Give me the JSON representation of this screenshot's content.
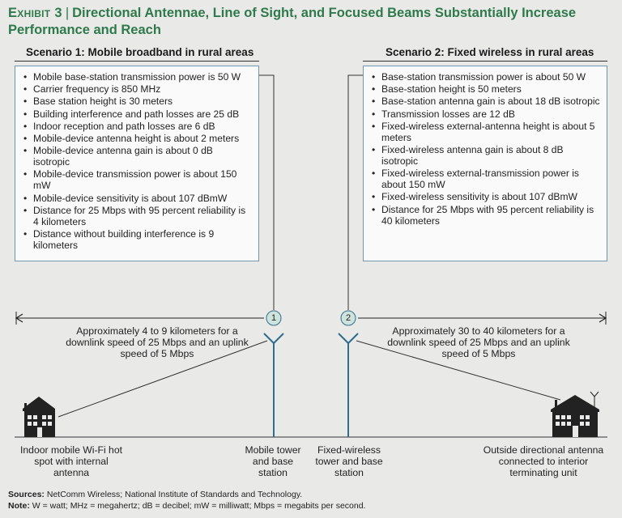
{
  "exhibit": {
    "label": "Exhibit 3",
    "separator": "|",
    "title": "Directional Antennae, Line of Sight, and Focused Beams Substantially Increase Performance and Reach"
  },
  "scenario1": {
    "heading": "Scenario 1: Mobile broadband in rural areas",
    "items": [
      "Mobile base-station transmission power is 50 W",
      "Carrier frequency is 850 MHz",
      "Base station height is 30 meters",
      "Building interference and path losses are 25 dB",
      "Indoor reception and path losses are 6 dB",
      "Mobile-device antenna height is about 2 meters",
      "Mobile-device antenna gain is about 0 dB isotropic",
      "Mobile-device transmission power is about 150 mW",
      "Mobile-device sensitivity is about 107 dBmW",
      "Distance for 25 Mbps with 95 percent reliability is 4 kilometers",
      "Distance without building interference is 9 kilometers"
    ],
    "marker": "1",
    "range_text": "Approximately 4 to 9 kilometers for a downlink speed of 25 Mbps and an uplink speed of 5 Mbps"
  },
  "scenario2": {
    "heading": "Scenario 2: Fixed wireless in rural areas",
    "items": [
      "Base-station transmission power is about 50 W",
      "Base-station height is 50 meters",
      "Base-station antenna gain is about 18 dB isotropic",
      "Transmission losses are 12 dB",
      "Fixed-wireless external-antenna height is about 5 meters",
      "Fixed-wireless antenna gain is about 8 dB isotropic",
      "Fixed-wireless external-transmission power is about 150 mW",
      "Fixed-wireless sensitivity is about 107 dBmW",
      "Distance for 25 Mbps with 95 percent reliability is 40 kilometers"
    ],
    "marker": "2",
    "range_text": "Approximately 30 to 40 kilometers for a downlink speed of 25 Mbps and an uplink speed of 5 Mbps"
  },
  "captions": {
    "indoor": "Indoor mobile Wi-Fi hot spot with internal antenna",
    "mobile_tower": "Mobile tower and base station",
    "fixed_tower": "Fixed-wireless tower and base station",
    "outside": "Outside directional antenna connected to interior terminating unit"
  },
  "footer": {
    "sources_label": "Sources:",
    "sources_text": "NetComm Wireless; National Institute of Standards and Technology.",
    "note_label": "Note:",
    "note_text": "W = watt; MHz = megahertz; dB = decibel; mW = milliwatt; Mbps = megabits per second."
  },
  "colors": {
    "title_green": "#2f7a4b",
    "box_border": "#6f98b0",
    "tower_blue": "#2f6d8f",
    "marker_fill": "#cfe3dd",
    "house": "#222222"
  }
}
